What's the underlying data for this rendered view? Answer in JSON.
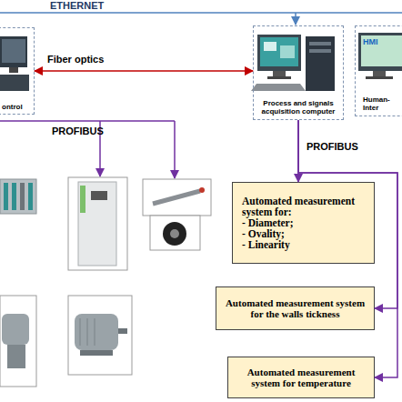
{
  "diagram": {
    "nodes": [
      {
        "text": [
          "ontrol"
        ]
      },
      {
        "text": [
          "Process and signals acquisition computer"
        ]
      },
      {
        "text": [
          "HMI",
          "Human- Inter"
        ]
      },
      {
        "text": [
          "Automated measurement system for:",
          "- Diameter;",
          "- Ovality;",
          "- Linearity"
        ]
      },
      {
        "text": [
          "Automated measurement system for the walls tickness"
        ]
      },
      {
        "text": [
          "Automated measurement system for temperature"
        ]
      }
    ],
    "edges": [
      {
        "from": 0,
        "to": 1,
        "arrow": "both",
        "label": "Fiber optics"
      },
      {
        "from": 1,
        "to": 3,
        "arrow": "to",
        "label": "PROFIBUS"
      },
      {
        "from": 1,
        "to": 4,
        "arrow": "to"
      },
      {
        "from": 1,
        "to": 5,
        "arrow": "to"
      }
    ],
    "labels": [
      "ETHERNET",
      "PROFIBUS"
    ]
  }
}
